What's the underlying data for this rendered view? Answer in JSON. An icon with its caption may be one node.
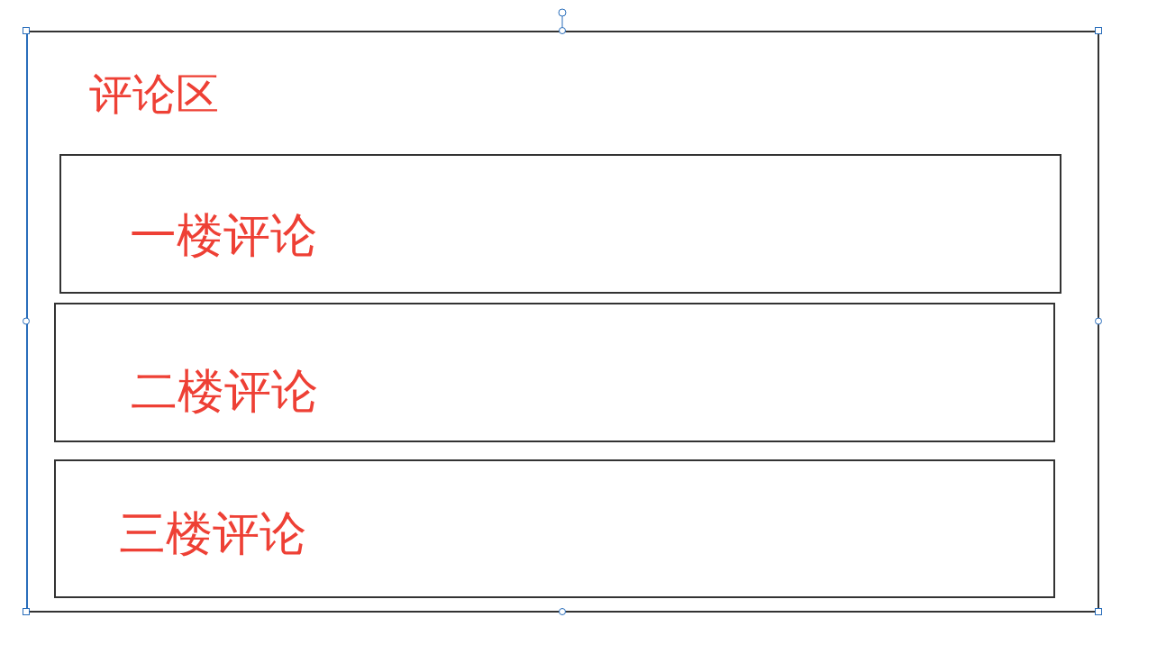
{
  "diagram": {
    "nodes": [
      {
        "text": [
          "评论区"
        ]
      },
      {
        "text": [
          "一楼评论"
        ],
        "in": 0
      },
      {
        "text": [
          "二楼评论"
        ],
        "in": 0
      },
      {
        "text": [
          "三楼评论"
        ],
        "in": 0
      }
    ]
  }
}
